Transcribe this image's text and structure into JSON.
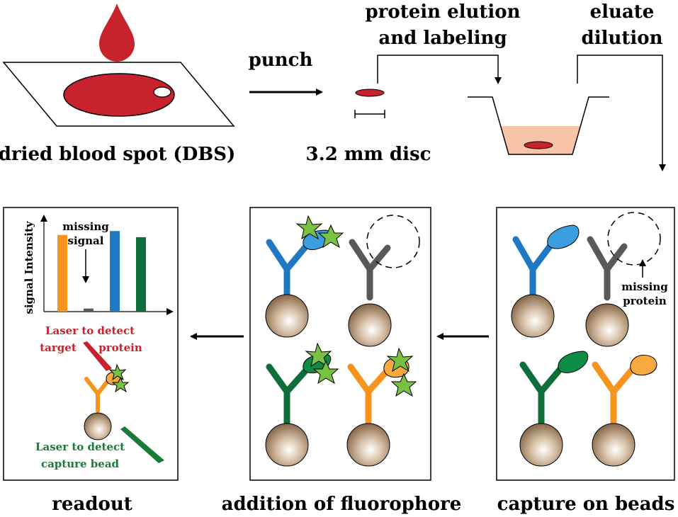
{
  "labels": {
    "dbs": "dried blood spot (DBS)",
    "punch": "punch",
    "disc": "3.2 mm disc",
    "elution_line1": "protein elution",
    "elution_line2": "and labeling",
    "dilution_line1": "eluate",
    "dilution_line2": "dilution",
    "capture": "capture on beads",
    "fluorophore": "addition of fluorophore",
    "readout": "readout",
    "missing_protein_line1": "missing",
    "missing_protein_line2": "protein",
    "missing_signal_line1": "missing",
    "missing_signal_line2": "signal",
    "y_axis": "signal Intensity",
    "laser_target_line1": "Laser to detect",
    "laser_target_line2a": "target",
    "laser_target_line2b": "protein",
    "laser_bead_line1": "Laser to detect",
    "laser_bead_line2": "capture bead"
  },
  "colors": {
    "blood": "#c8232c",
    "eluate": "#f8c4a8",
    "orange": "#f7941d",
    "blue": "#1f78c1",
    "green": "#0d6e3a",
    "gray": "#58595b",
    "star": "#7ac143",
    "laser_red": "#c8232c",
    "laser_green": "#1a7a3a"
  },
  "chart_data": {
    "type": "bar",
    "categories": [
      "orange",
      "gray",
      "blue",
      "green"
    ],
    "values": [
      1.0,
      0.04,
      1.05,
      0.97
    ],
    "ylabel": "signal Intensity",
    "xlabel": "",
    "ylim": [
      0,
      1.2
    ]
  }
}
